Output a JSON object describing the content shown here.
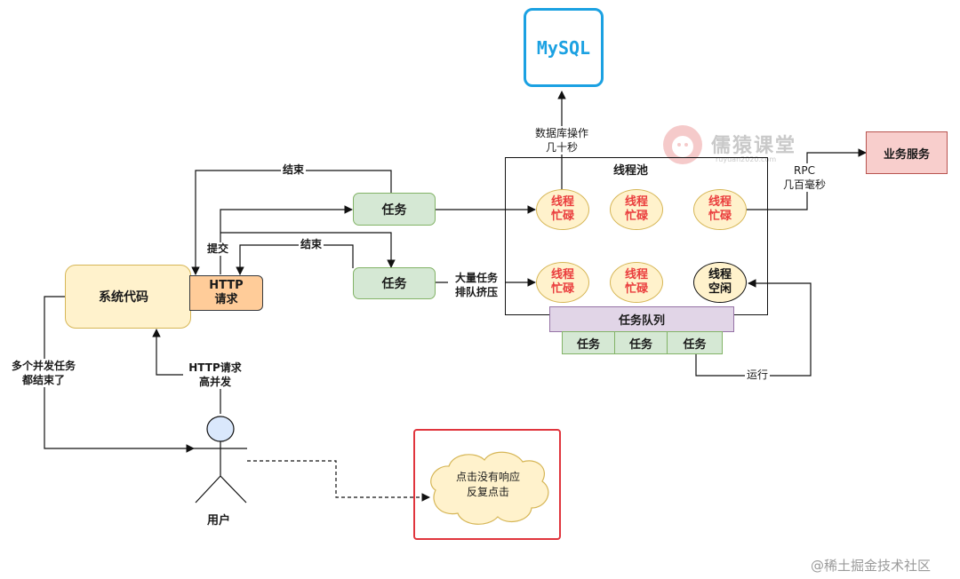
{
  "mysql": "MySQL",
  "db_op": [
    "数据库操作",
    "几十秒"
  ],
  "watermark": "儒猿课堂",
  "watermark_sub": "ruyuan2020.com",
  "thread_pool": "线程池",
  "business_service": "业务服务",
  "rpc": [
    "RPC",
    "几百毫秒"
  ],
  "task": "任务",
  "threads": {
    "busy": [
      "线程",
      "忙碌"
    ],
    "idle": [
      "线程",
      "空闲"
    ]
  },
  "task_queue": "任务队列",
  "queue_tasks": [
    "任务",
    "任务",
    "任务"
  ],
  "run": "运行",
  "mass_tasks": [
    "大量任务",
    "排队挤压"
  ],
  "end": "结束",
  "submit": "提交",
  "system_code": "系统代码",
  "http_request": [
    "HTTP",
    "请求"
  ],
  "all_done": [
    "多个并发任务",
    "都结束了"
  ],
  "http_concurrency": [
    "HTTP请求",
    "高并发"
  ],
  "user": "用户",
  "cloud_text": [
    "点击没有响应",
    "反复点击"
  ],
  "footer": "@稀土掘金技术社区",
  "colors": {
    "mysql_border": "#1ba1e2",
    "busy_text": "#ea3d3d",
    "service_fill": "#f8cecc",
    "service_border": "#b85450",
    "queue_fill": "#e1d5e7",
    "queue_border": "#9673a6",
    "system_fill": "#ffe6cc",
    "system_border": "#d79b00",
    "red_frame": "#e0353d"
  }
}
